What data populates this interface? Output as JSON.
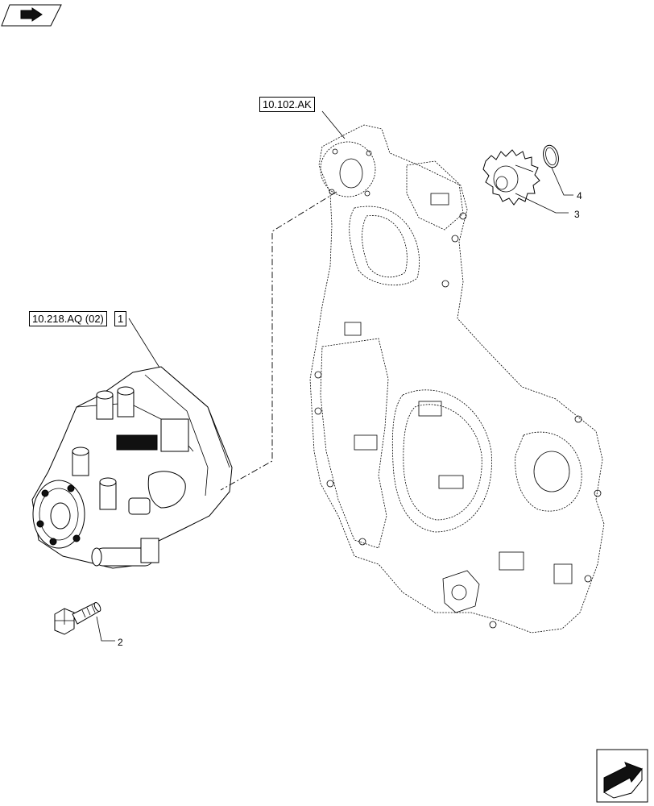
{
  "labels": {
    "ref_housing": "10.102.AK",
    "ref_pump": "10.218.AQ (02)",
    "item_1": "1",
    "item_2": "2",
    "item_3": "3",
    "item_4": "4"
  },
  "icons": {
    "top_left": "book-arrow-icon",
    "bottom_right": "next-page-arrow-icon"
  }
}
